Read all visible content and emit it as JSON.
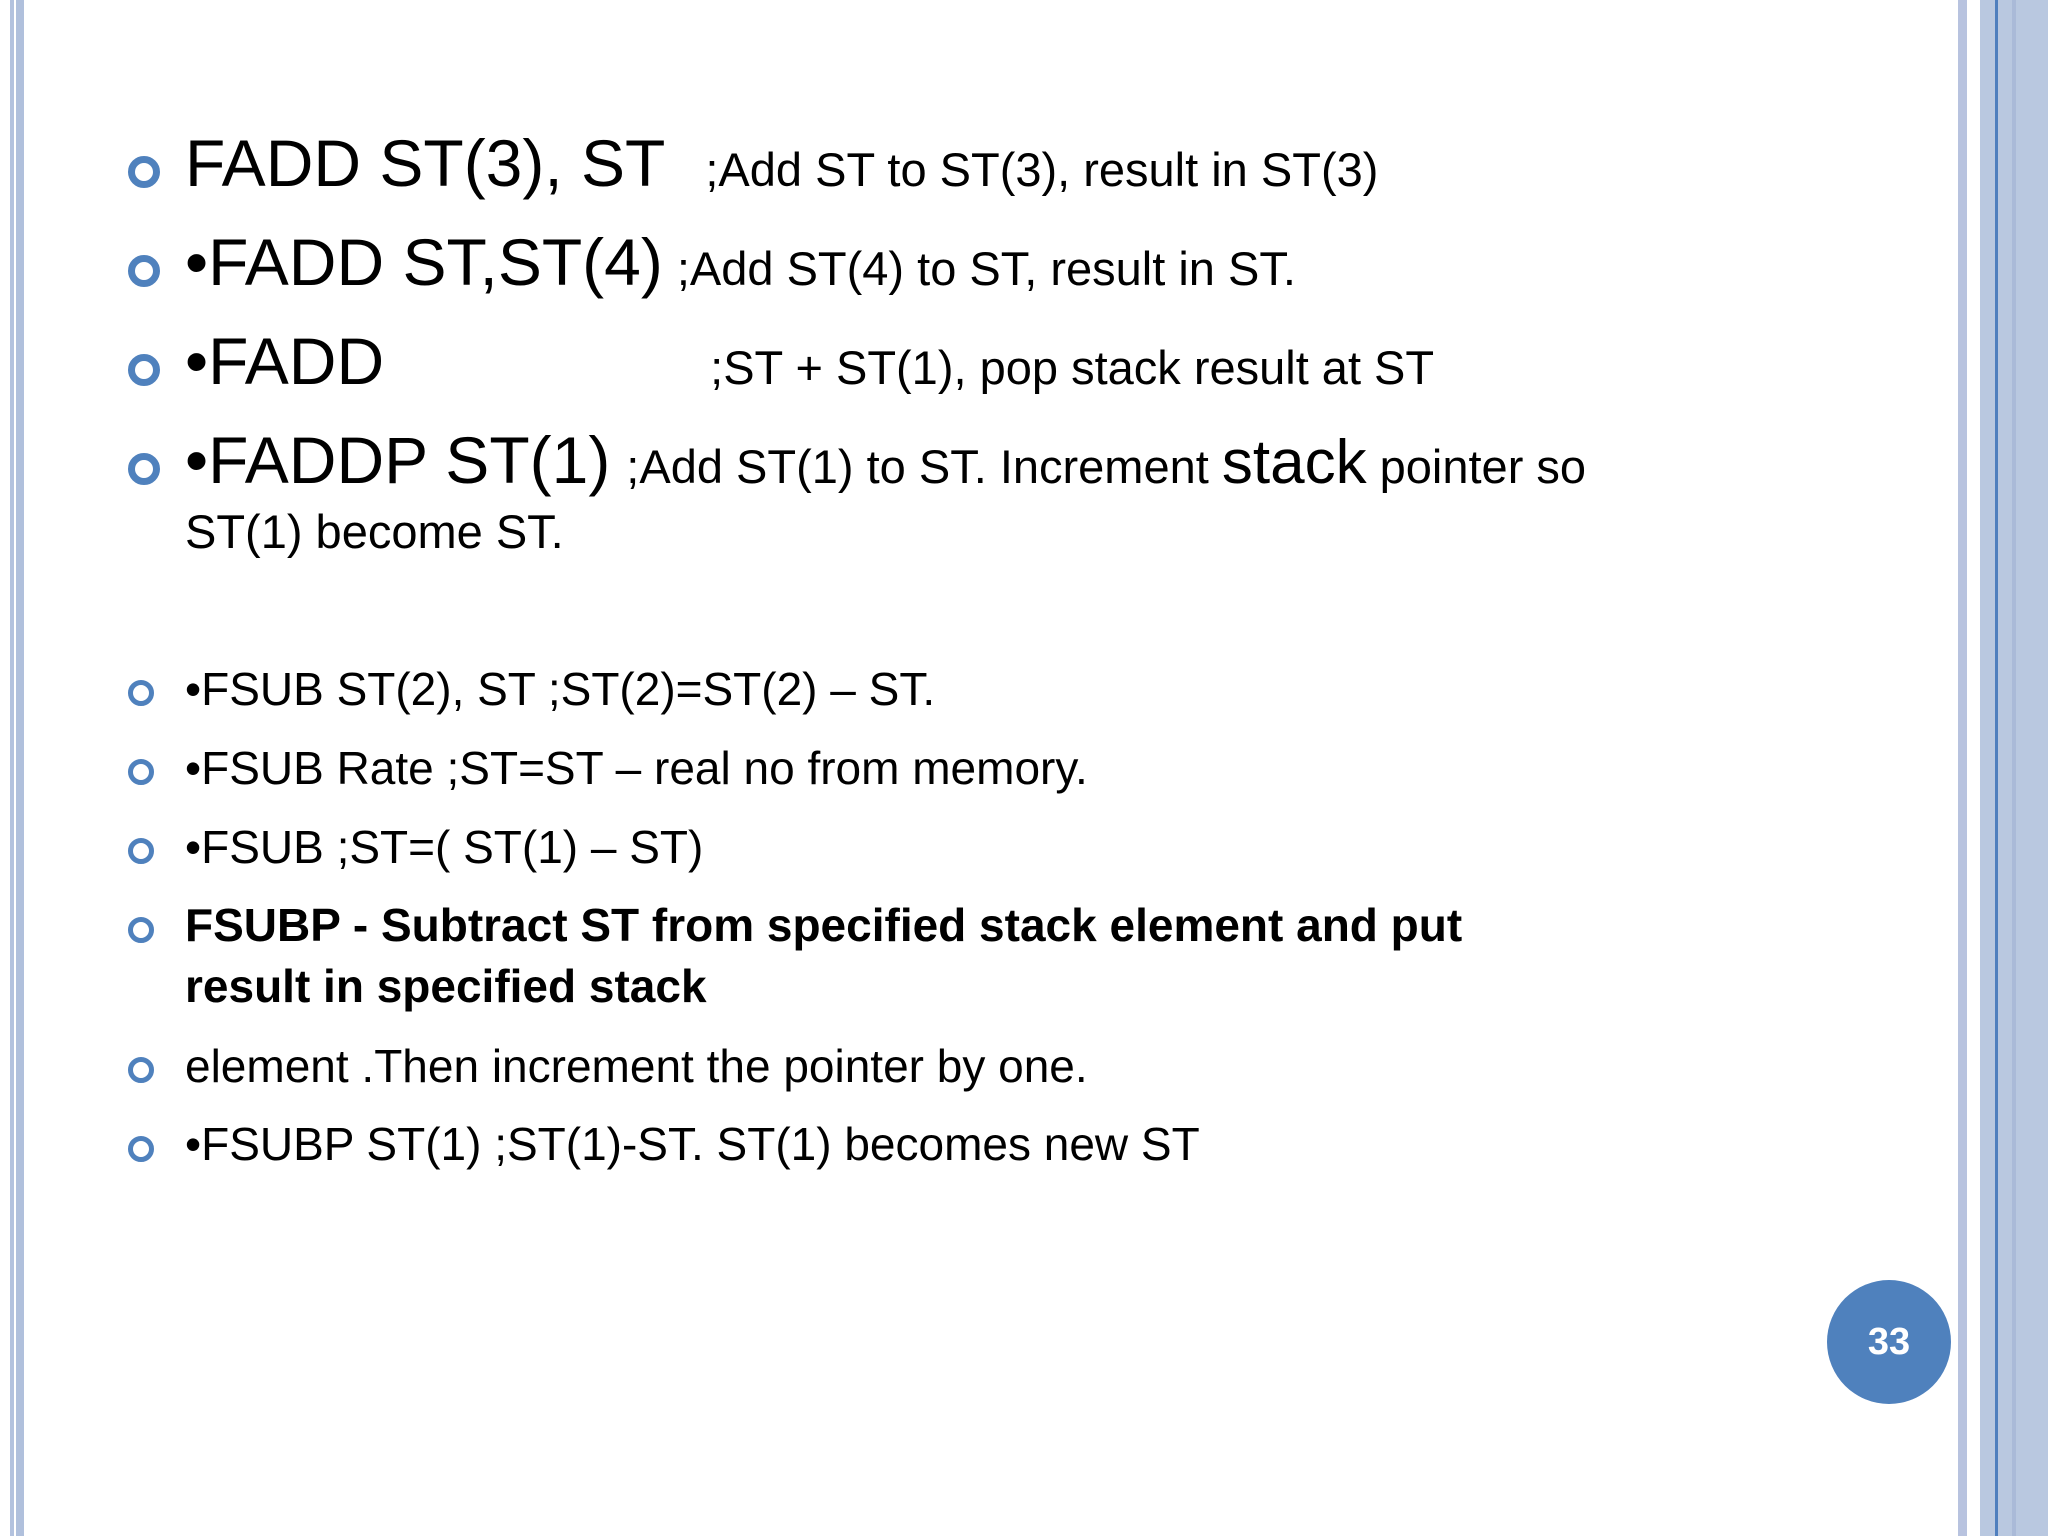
{
  "slide": {
    "page_number": "33",
    "accent_color": "#4F81BD",
    "bullet_icon": "hollow-circle-bullet"
  },
  "items": [
    {
      "command": "FADD ST(3), ST",
      "comment": ";Add ST to ST(3), result in ST(3)"
    },
    {
      "command": "•FADD ST,ST(4)",
      "comment": ";Add ST(4) to ST, result in ST."
    },
    {
      "command": "•FADD",
      "comment": ";ST + ST(1), pop stack result at ST"
    },
    {
      "command": "•FADDP ST(1)",
      "comment_part1": ";Add ST(1) to ST. Increment ",
      "comment_emph": "stack",
      "comment_part2": " pointer so",
      "continuation": "ST(1) become ST."
    },
    {
      "text": "•FSUB ST(2), ST ;ST(2)=ST(2) – ST."
    },
    {
      "text": "•FSUB Rate ;ST=ST – real no from memory."
    },
    {
      "text": "•FSUB ;ST=( ST(1) – ST)"
    },
    {
      "line1": "FSUBP - Subtract ST from specified stack element and put",
      "line2": "result in specified stack"
    },
    {
      "text": "element .Then increment the pointer by one."
    },
    {
      "text": "•FSUBP ST(1) ;ST(1)-ST. ST(1) becomes new ST"
    }
  ]
}
